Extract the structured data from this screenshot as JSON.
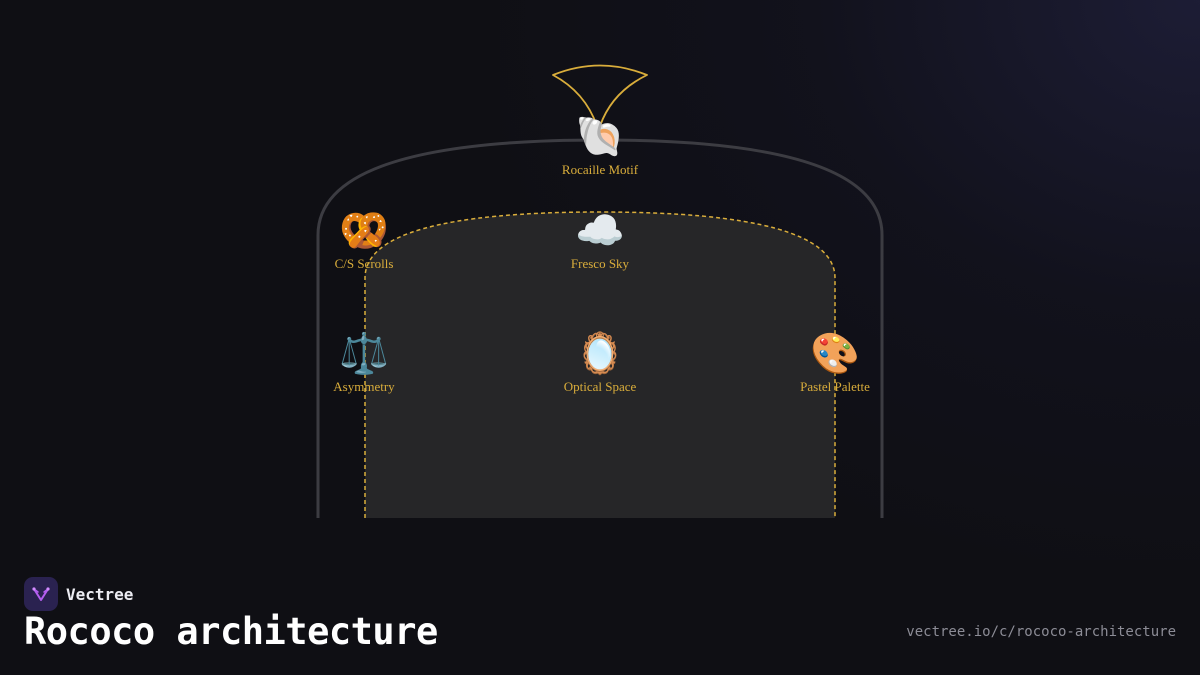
{
  "diagram": {
    "nodes": [
      {
        "id": "rocaille",
        "icon": "🐚",
        "icon_name": "shell-icon",
        "label": "Rocaille Motif"
      },
      {
        "id": "scrolls",
        "icon": "🥨",
        "icon_name": "pretzel-icon",
        "label": "C/S Scrolls"
      },
      {
        "id": "fresco",
        "icon": "☁️",
        "icon_name": "cloud-icon",
        "label": "Fresco Sky"
      },
      {
        "id": "asymmetry",
        "icon": "⚖️",
        "icon_name": "balance-scale-icon",
        "label": "Asymmetry"
      },
      {
        "id": "optical",
        "icon": "🪞",
        "icon_name": "mirror-icon",
        "label": "Optical Space"
      },
      {
        "id": "palette",
        "icon": "🎨",
        "icon_name": "palette-icon",
        "label": "Pastel Palette"
      }
    ],
    "colors": {
      "accent": "#d9ad3b",
      "outer_arch": "#3c3c42",
      "inner_fill": "#262628",
      "background": "#0f0f14"
    }
  },
  "footer": {
    "brand": "Vectree",
    "title": "Rococo architecture",
    "url": "vectree.io/c/rococo-architecture"
  }
}
